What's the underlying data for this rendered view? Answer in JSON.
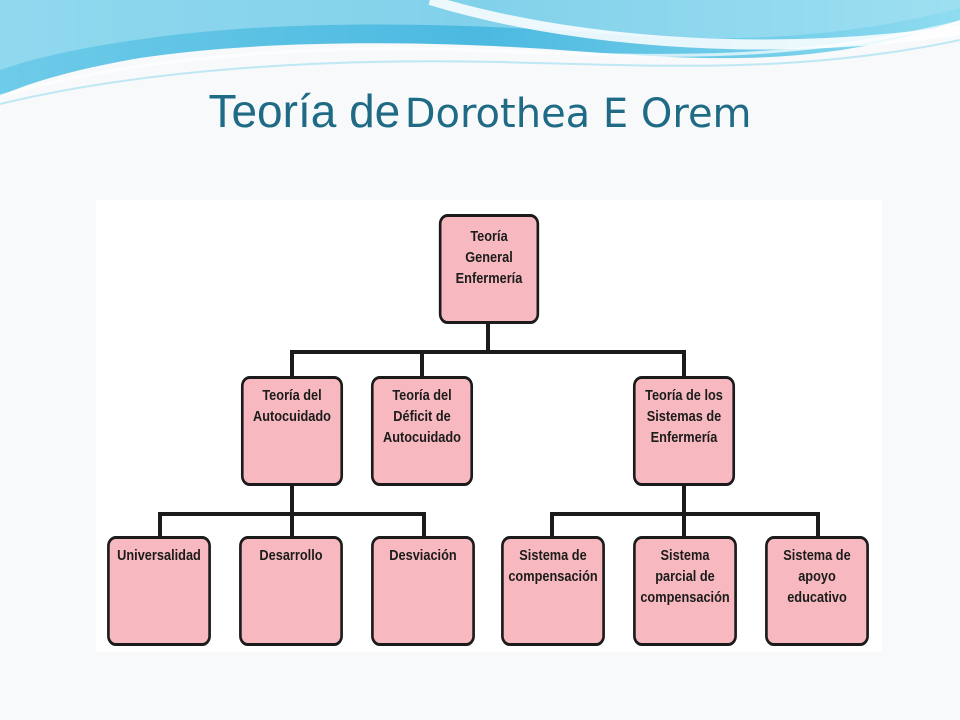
{
  "slide": {
    "title_part1": "Teoría de",
    "title_part2": "Dorothea E Orem",
    "colors": {
      "title": "#1f6b85",
      "node_fill": "#f7b9bf",
      "node_border": "#1b1b1b",
      "wave": "#5fc6e8"
    }
  },
  "diagram": {
    "root": {
      "label": "Teoría\nGeneral\nEnfermería"
    },
    "level1": [
      {
        "label": "Teoría del\nAutocuidado"
      },
      {
        "label": "Teoría del\nDéficit de\nAutocuidado"
      },
      {
        "label": "Teoría de los\nSistemas de\nEnfermería"
      }
    ],
    "autocuidado_children": [
      {
        "label": "Universalidad"
      },
      {
        "label": "Desarrollo"
      },
      {
        "label": "Desviación"
      }
    ],
    "sistemas_children": [
      {
        "label": "Sistema de\ncompensación"
      },
      {
        "label": "Sistema\nparcial de\ncompensación"
      },
      {
        "label": "Sistema de\napoyo\neducativo"
      }
    ]
  }
}
